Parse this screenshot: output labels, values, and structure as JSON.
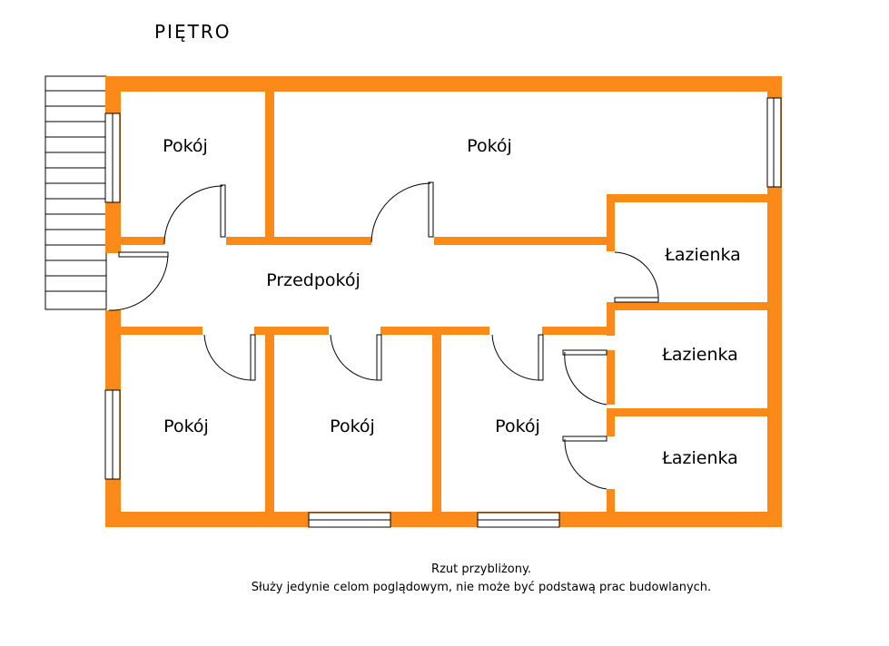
{
  "plan": {
    "title": "PIĘTRO",
    "colors": {
      "wall": "#fb8a19",
      "background": "#ffffff",
      "line": "#000000"
    },
    "rooms": [
      {
        "label": "Pokój"
      },
      {
        "label": "Pokój"
      },
      {
        "label": "Przedpokój"
      },
      {
        "label": "Łazienka"
      },
      {
        "label": "Łazienka"
      },
      {
        "label": "Łazienka"
      },
      {
        "label": "Pokój"
      },
      {
        "label": "Pokój"
      },
      {
        "label": "Pokój"
      }
    ]
  },
  "notes": {
    "line1": "Rzut przybliżony.",
    "line2": "Służy jedynie celom poglądowym, nie może być podstawą prac budowlanych."
  }
}
